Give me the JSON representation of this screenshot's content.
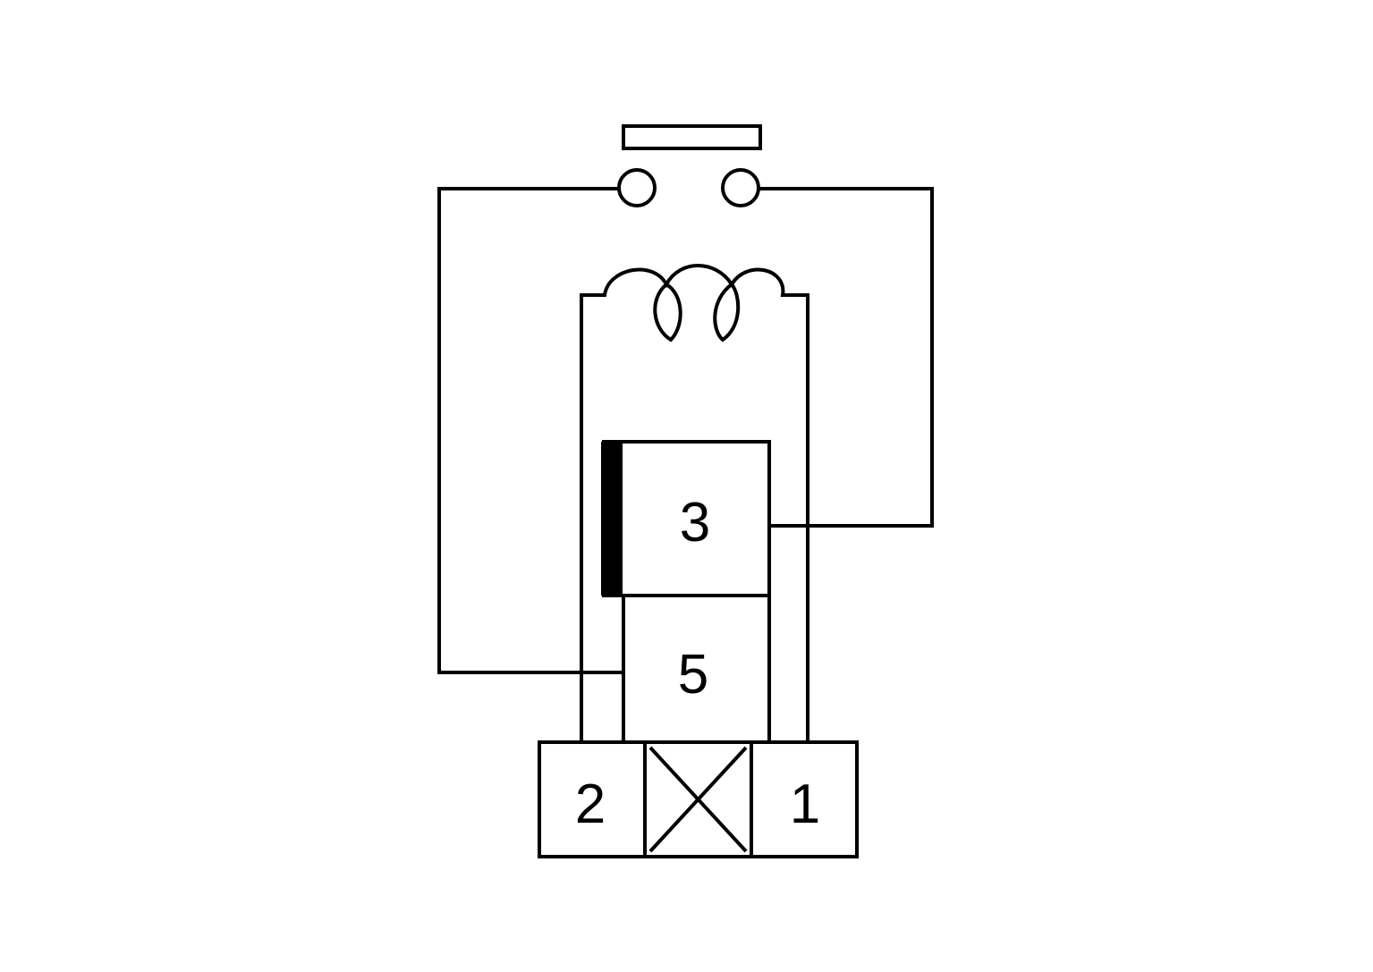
{
  "diagram": {
    "terminals": {
      "t1": "1",
      "t2": "2",
      "t3": "3",
      "t5": "5"
    }
  },
  "colors": {
    "line": "#000000",
    "background": "#ffffff"
  }
}
